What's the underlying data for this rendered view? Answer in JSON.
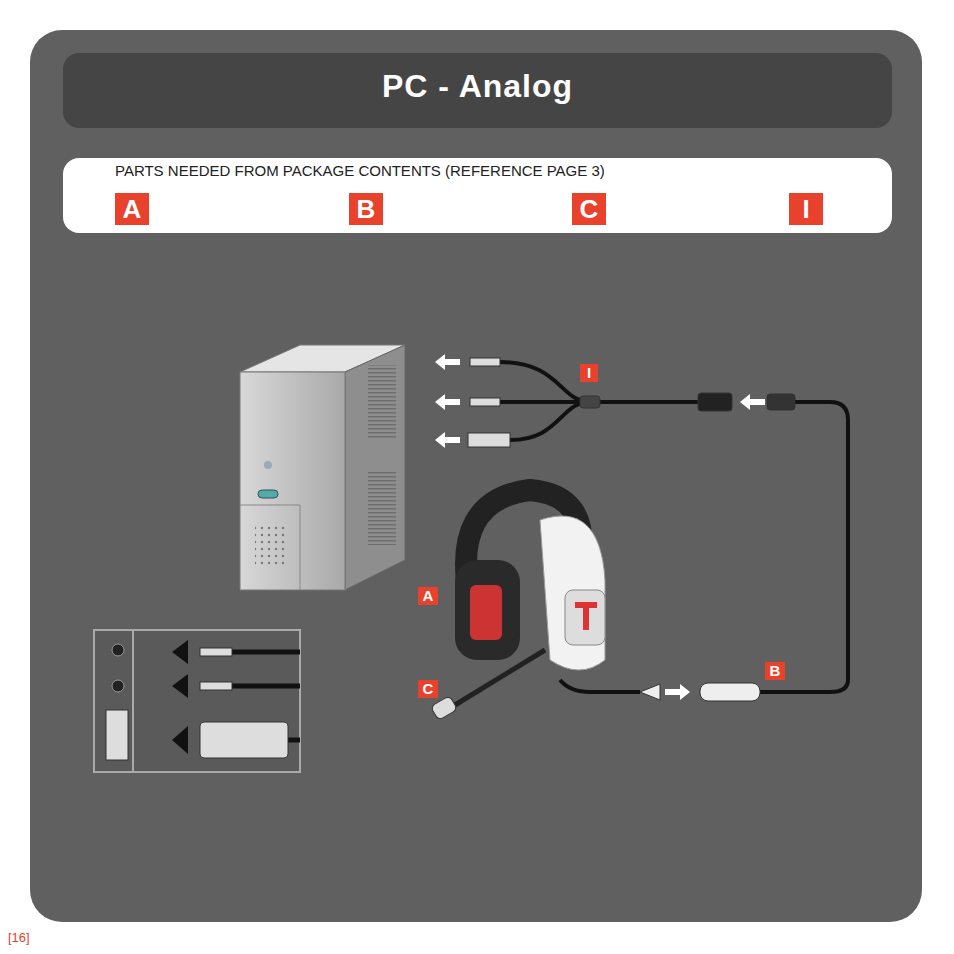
{
  "diagram": {
    "title": "PC - Analog",
    "nodes": [
      {
        "text": [
          "PARTS NEEDED FROM PACKAGE CONTENTS (REFERENCE PAGE 3)"
        ]
      },
      {
        "text": [
          "A"
        ],
        "in": 0
      },
      {
        "text": [
          "B"
        ],
        "in": 0
      },
      {
        "text": [
          "C"
        ],
        "in": 0
      },
      {
        "text": [
          "I"
        ],
        "in": 0
      }
    ],
    "labels": [
      "I",
      "A",
      "C",
      "B",
      "[16]"
    ]
  }
}
